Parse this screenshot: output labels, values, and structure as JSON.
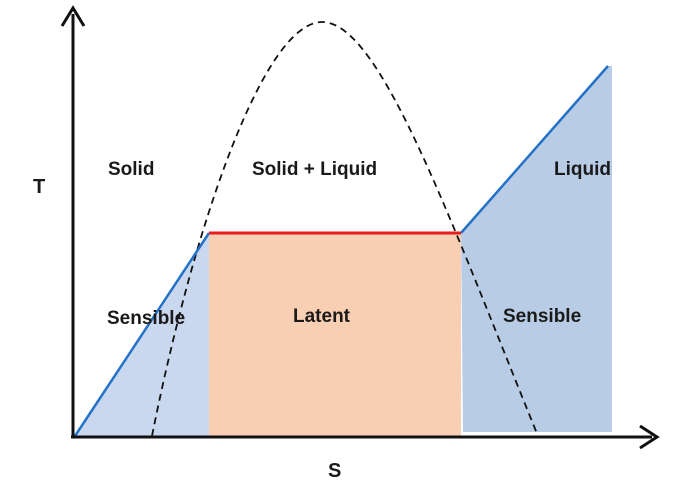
{
  "diagram": {
    "axes": {
      "x_label": "S",
      "y_label": "T"
    },
    "regions": {
      "solid": "Solid",
      "two_phase": "Solid + Liquid",
      "liquid": "Liquid",
      "sensible_left": "Sensible",
      "latent": "Latent",
      "sensible_right": "Sensible"
    },
    "colors": {
      "axis": "#111111",
      "heating_line": "#2472c8",
      "phase_change_line": "#e81c1c",
      "dome": "#111111",
      "sensible_left_fill": "#c9d8ee",
      "latent_fill": "#f8cfb2",
      "sensible_right_fill": "#b9cce5"
    }
  }
}
